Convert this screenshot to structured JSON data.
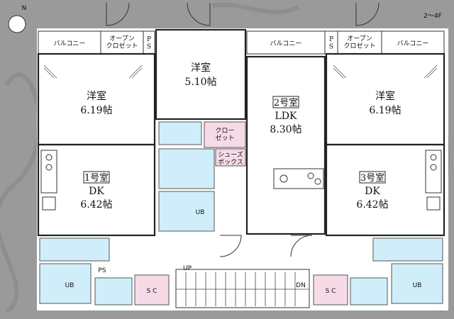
{
  "floor_label": "2～4F",
  "units": [
    {
      "id": "unit1",
      "number_label": "1号室",
      "dk_label": "DK",
      "dk_size": "6.42帖",
      "bedroom_label": "洋室",
      "bedroom_size": "6.19帖",
      "balcony": "バルコニー",
      "closet": "オープン\nクロゼット",
      "ps": "P\nS",
      "ub": "UB",
      "sc": "S C"
    },
    {
      "id": "unit2",
      "number_label": "2号室",
      "ldk_label": "LDK",
      "ldk_size": "8.30帖",
      "bedroom_label": "洋室",
      "bedroom_size": "5.10帖",
      "balcony": "バルコニー",
      "closet": "クロー\nゼット",
      "shoe_box": "シューズ\nボックス",
      "ub": "UB"
    },
    {
      "id": "unit3",
      "number_label": "3号室",
      "dk_label": "DK",
      "dk_size": "6.42帖",
      "bedroom_label": "洋室",
      "bedroom_size": "6.19帖",
      "balcony": "バルコニー",
      "closet": "オープン\nクロゼット",
      "ps": "P\nS",
      "ub": "UB",
      "sc": "S C"
    }
  ],
  "stairs": {
    "up": "UP",
    "dn": "DN"
  },
  "ps_small": "PS",
  "north": "N"
}
